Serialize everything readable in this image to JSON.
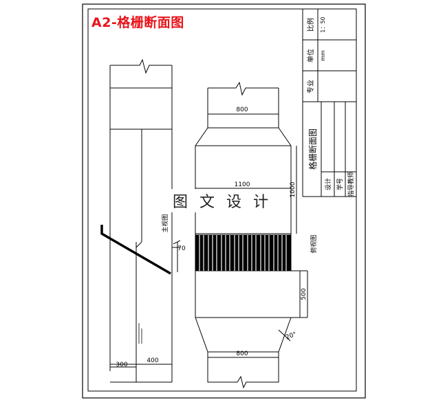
{
  "drawing": {
    "title": "A2-格栅断面图",
    "watermark": "图 文 设 计",
    "front_view_label": "主视图",
    "side_view_label": "俯视图",
    "dims": {
      "top_width": "800",
      "bottom_width": "800",
      "mid_width": "1100",
      "mid_height": "1000",
      "box_height": "500",
      "angle": "70",
      "slope_angle": "20°",
      "base_left": "300",
      "base_right": "400"
    }
  },
  "title_block": {
    "scale_label": "比例",
    "scale_value": "1：50",
    "unit_label": "单位",
    "unit_value": "mm",
    "major_label": "专业",
    "drawing_name": "格栅断面图",
    "design_label": "设计",
    "student_id_label": "学号",
    "advisor_label": "指导教师"
  },
  "colors": {
    "title": "#e8141b",
    "line": "#000000"
  }
}
